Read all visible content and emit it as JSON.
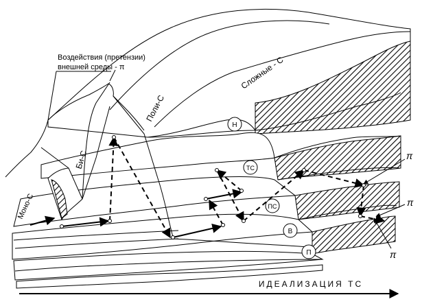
{
  "labels": {
    "env_line1": "Воздействия (претензии)",
    "env_line2": "внешней среды - π",
    "mono": "Моно-С",
    "bi": "Би-С",
    "poli": "Поли-С",
    "slozhnye": "Сложные - С",
    "axis": "ИДЕАЛИЗАЦИЯ  ТС",
    "pi": "π"
  },
  "circles": {
    "n": "Н",
    "ts": "ТС",
    "ps": "ПС",
    "v": "В",
    "p": "П"
  },
  "colors": {
    "ink": "#000000",
    "paper": "#ffffff"
  }
}
